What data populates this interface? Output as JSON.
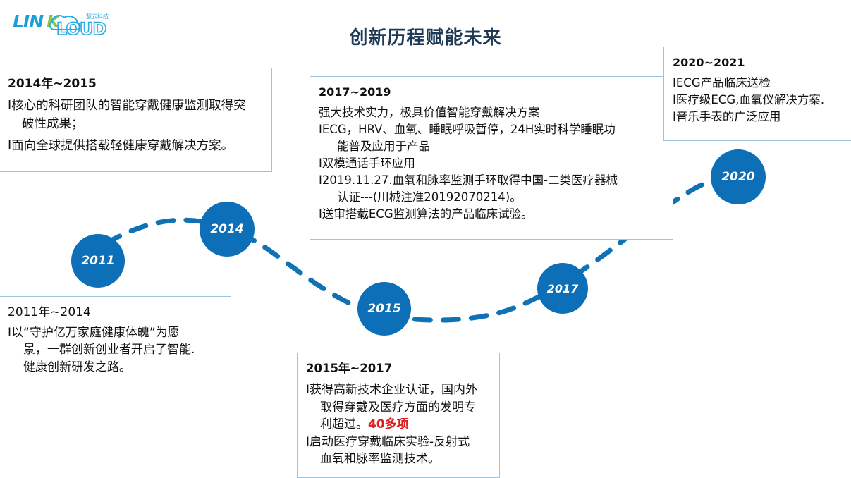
{
  "header": {
    "title": "创新历程赋能未来",
    "logo": {
      "name": "linkcloud-logo",
      "word_link": "LINK",
      "word_cloud": "LOUD",
      "sub_text": "慧云科技"
    }
  },
  "colors": {
    "node_blue": "#0d6fb8",
    "curve_blue": "#0f72b5",
    "box_border": "#9fc2dd",
    "title_navy": "#1f3a56",
    "accent_red": "#e01b1b",
    "logo_blue": "#1aa0d8",
    "logo_green": "#8dc63f"
  },
  "timeline": {
    "nodes": [
      {
        "id": "2011",
        "label": "2011"
      },
      {
        "id": "2014",
        "label": "2014"
      },
      {
        "id": "2015",
        "label": "2015"
      },
      {
        "id": "2017",
        "label": "2017"
      },
      {
        "id": "2020",
        "label": "2020"
      }
    ]
  },
  "boxes": {
    "box_2014": {
      "heading": "2014年~2015",
      "l1": "I核心的科研团队的智能穿戴健康监测取得突",
      "l2": "破性成果；",
      "l3": "I面向全球提供搭载轻健康穿戴解决方案。"
    },
    "box_2017": {
      "heading": "2017~2019",
      "l1": "强大技术实力，极具价值智能穿戴解决方案",
      "l2": "IECG，HRV、血氧、睡眠呼吸暂停，24H实时科学睡眠功",
      "l3": "能普及应用于产品",
      "l4": "I双模通话手环应用",
      "l5": "I2019.11.27.血氧和脉率监测手环取得中国-二类医疗器械",
      "l6": "认证---(川械注准20192070214)。",
      "l7": "I送审搭载ECG监测算法的产品临床试验。"
    },
    "box_2020": {
      "heading": "2020~2021",
      "l1": "IECG产品临床送检",
      "l2": "I医疗级ECG,血氧仪解决方案.",
      "l3": "I音乐手表的广泛应用"
    },
    "box_2011": {
      "heading": "2011年~2014",
      "l1": "I以“守护亿万家庭健康体魄”为愿",
      "l2": "景，一群创新创业者开启了智能.",
      "l3": "健康创新研发之路。"
    },
    "box_2015": {
      "heading": "2015年~2017",
      "l1": "I获得高新技术企业认证，国内外",
      "l2": "取得穿戴及医疗方面的发明专",
      "l3_prefix": "利超过。",
      "l3_highlight": "40多项",
      "l4": "I启动医疗穿戴临床实验-反射式",
      "l5": "血氧和脉率监测技术。"
    }
  }
}
